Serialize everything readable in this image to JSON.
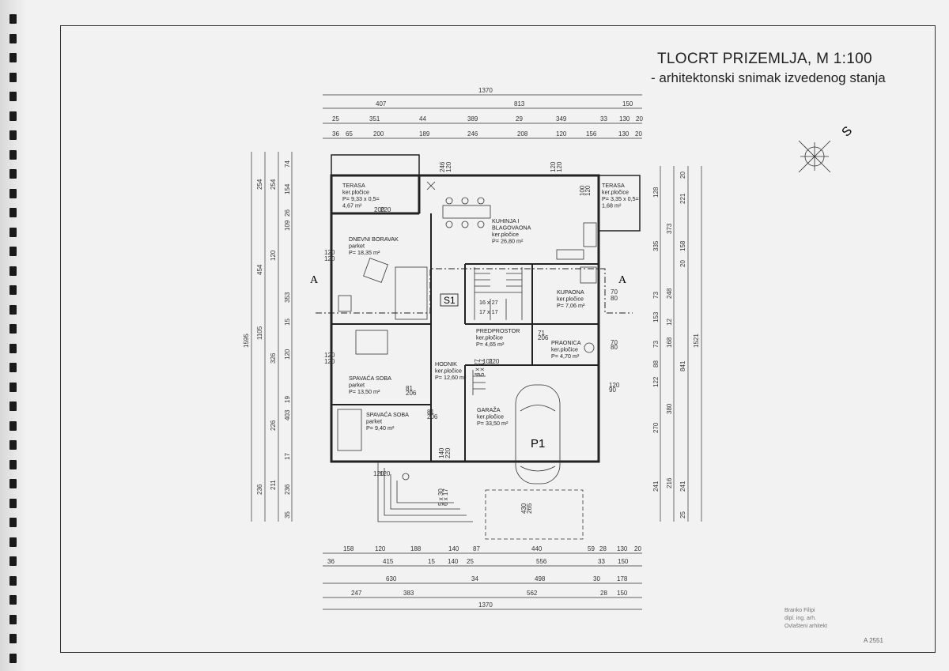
{
  "title": "TLOCRT PRIZEMLJA,  M 1:100",
  "subtitle": "- arhitektonski snimak izvedenog stanja",
  "dims": {
    "top": [
      "1370",
      "407",
      "813",
      "150",
      "25",
      "351",
      "44",
      "389",
      "29",
      "349",
      "33",
      "130",
      "20",
      "36",
      "65",
      "200",
      "189",
      "246",
      "208",
      "120",
      "156",
      "130",
      "20"
    ],
    "bottom": [
      "158",
      "120",
      "188",
      "140",
      "87",
      "440",
      "59",
      "28",
      "130",
      "20",
      "36",
      "415",
      "15",
      "140",
      "25",
      "556",
      "33",
      "150",
      "630",
      "34",
      "498",
      "30",
      "178",
      "247",
      "383",
      "562",
      "28",
      "150",
      "1370"
    ],
    "left": [
      "1595",
      "1105",
      "254",
      "254",
      "74",
      "154",
      "26",
      "109",
      "120",
      "454",
      "353",
      "15",
      "326",
      "120",
      "19",
      "226",
      "403",
      "17",
      "236",
      "211",
      "236",
      "35"
    ],
    "right": [
      "20",
      "128",
      "221",
      "373",
      "335",
      "158",
      "20",
      "73",
      "248",
      "153",
      "12",
      "73",
      "168",
      "841",
      "1521",
      "88",
      "122",
      "380",
      "270",
      "241",
      "216",
      "241",
      "25"
    ],
    "misc": [
      "246",
      "120",
      "120",
      "120",
      "120",
      "120",
      "200",
      "220",
      "120",
      "120",
      "120",
      "120",
      "81",
      "206",
      "81",
      "206",
      "101",
      "220",
      "71",
      "206",
      "70",
      "80",
      "70",
      "80",
      "120",
      "90",
      "140",
      "220",
      "100",
      "120",
      "5 x 30",
      "6 x 17",
      "430",
      "265",
      "4 x 27",
      "5 x 17"
    ]
  },
  "rooms": [
    {
      "name": "TERASA",
      "floor": "ker.pločice",
      "area": "P= 9,33 x 0,5=",
      "area2": "4,67 m²"
    },
    {
      "name": "TERASA",
      "floor": "ker.pločice",
      "area": "P= 3,35 x 0,5=",
      "area2": "1,68 m²"
    },
    {
      "name": "KUHINJA I",
      "name2": "BLAGOVAONA",
      "floor": "ker.pločice",
      "area": "P= 26,80 m²"
    },
    {
      "name": "DNEVNI BORAVAK",
      "floor": "parket",
      "area": "P= 18,35 m²"
    },
    {
      "name": "KUPAONA",
      "floor": "ker.pločice",
      "area": "P= 7,06 m²"
    },
    {
      "name": "PREDPROSTOR",
      "floor": "ker.pločice",
      "area": "P= 4,65 m²"
    },
    {
      "name": "PRAONICA",
      "floor": "ker.pločice",
      "area": "P= 4,70 m²"
    },
    {
      "name": "HODNIK",
      "floor": "ker.pločice",
      "area": "P= 12,60 m²"
    },
    {
      "name": "SPAVAĆA SOBA",
      "floor": "parket",
      "area": "P= 13,50 m²"
    },
    {
      "name": "SPAVAĆA SOBA",
      "floor": "parket",
      "area": "P= 9,40 m²"
    },
    {
      "name": "GARAŽA",
      "floor": "ker.pločice",
      "area": "P= 33,50 m²"
    }
  ],
  "stairs": {
    "line1": "16 x 27",
    "line2": "17 x 17"
  },
  "labels": {
    "s1": "S1",
    "p1": "P1",
    "section_a": "A",
    "north": "S"
  },
  "stamp": {
    "name": "Branko Filipi",
    "line2": "dipl. ing. arh.",
    "line3": "Ovlašteni arhitekt",
    "number": "A 2551"
  },
  "colors": {
    "line": "#222222",
    "paper": "#f2f2f2"
  }
}
